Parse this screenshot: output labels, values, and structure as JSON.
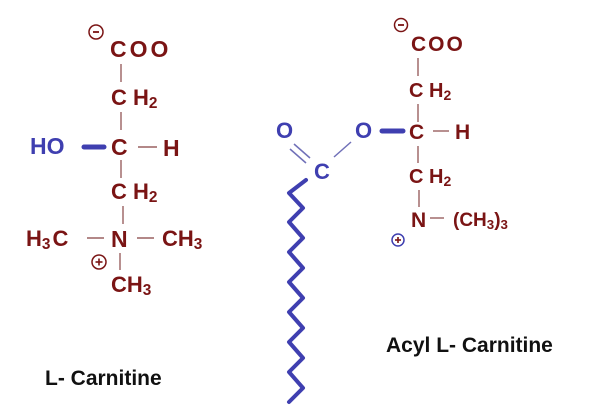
{
  "colors": {
    "backbone": "#7a1414",
    "acyl": "#3f3fb0",
    "label": "#111111",
    "background": "#ffffff"
  },
  "l_carnitine": {
    "name": "L- Carnitine",
    "carboxylate": "COO",
    "carboxylate_charge": "-",
    "ch2_top": "C H",
    "ch2_top_sub": "2",
    "hydroxyl": "HO",
    "chiral_c": "C",
    "chiral_h": "H",
    "ch2_bottom": "C H",
    "ch2_bottom_sub": "2",
    "left_methyl": "H",
    "left_methyl_sub": "3",
    "left_methyl_c": "C",
    "nitrogen": "N",
    "right_methyl": "CH",
    "right_methyl_sub": "3",
    "bottom_methyl": "CH",
    "bottom_methyl_sub": "3",
    "nitrogen_charge": "+"
  },
  "acyl_l_carnitine": {
    "name": "Acyl L- Carnitine",
    "carboxylate": "COO",
    "carboxylate_charge": "-",
    "ch2_top": "C H",
    "ch2_top_sub": "2",
    "ester_o": "O",
    "chiral_c": "C",
    "chiral_h": "H",
    "ch2_bottom": "C H",
    "ch2_bottom_sub": "2",
    "nitrogen": "N",
    "trimethyl_open": "(CH",
    "trimethyl_sub": "3",
    "trimethyl_close": ")",
    "trimethyl_count": "3",
    "nitrogen_charge": "+",
    "acyl_carbonyl_o": "O",
    "acyl_carbon": "C",
    "acyl_chain": "fatty-acid-zigzag-chain"
  }
}
